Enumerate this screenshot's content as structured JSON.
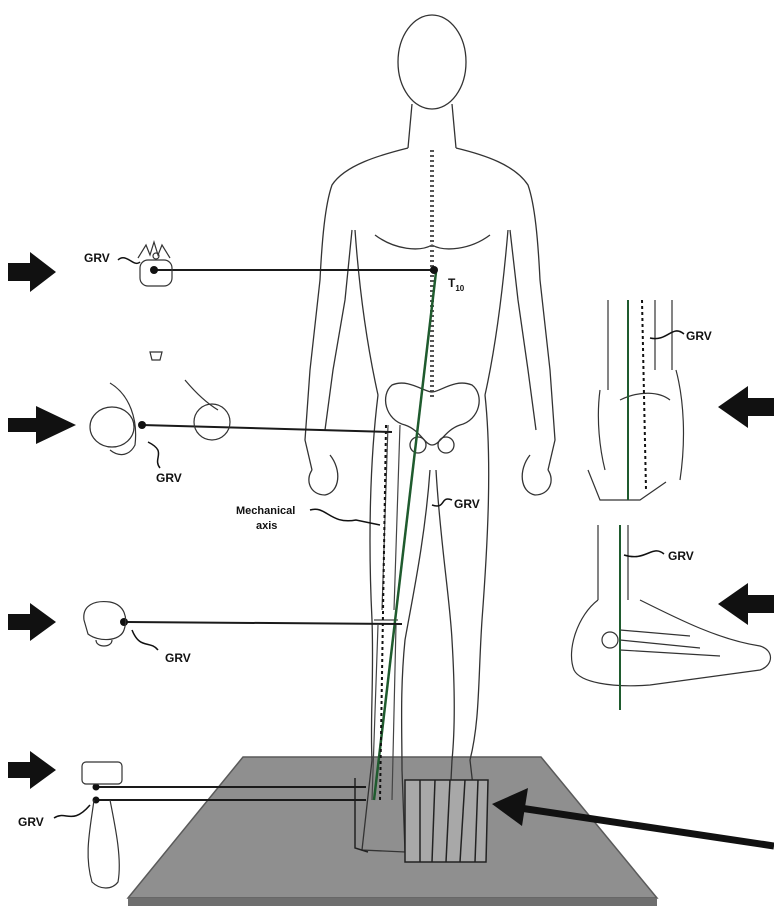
{
  "labels": {
    "grv_spine": "GRV",
    "t10_main": "T",
    "t10_sub": "10",
    "grv_pelvis": "GRV",
    "mechanical_axis_line1": "Mechanical",
    "mechanical_axis_line2": "axis",
    "grv_leg": "GRV",
    "grv_knee": "GRV",
    "grv_foot": "GRV",
    "grv_ankle_front": "GRV",
    "grv_ankle_side": "GRV"
  },
  "colors": {
    "line": "#1a1a1a",
    "grv_line": "#1f5b2e",
    "platform": "#8f8f8f",
    "platform_edge": "#5a5a5a"
  },
  "icons": [
    "arrow-right-icon",
    "arrow-left-icon",
    "vertebra-icon",
    "hip-icon",
    "knee-icon",
    "foot-top-icon",
    "ankle-front-icon",
    "ankle-side-icon"
  ]
}
